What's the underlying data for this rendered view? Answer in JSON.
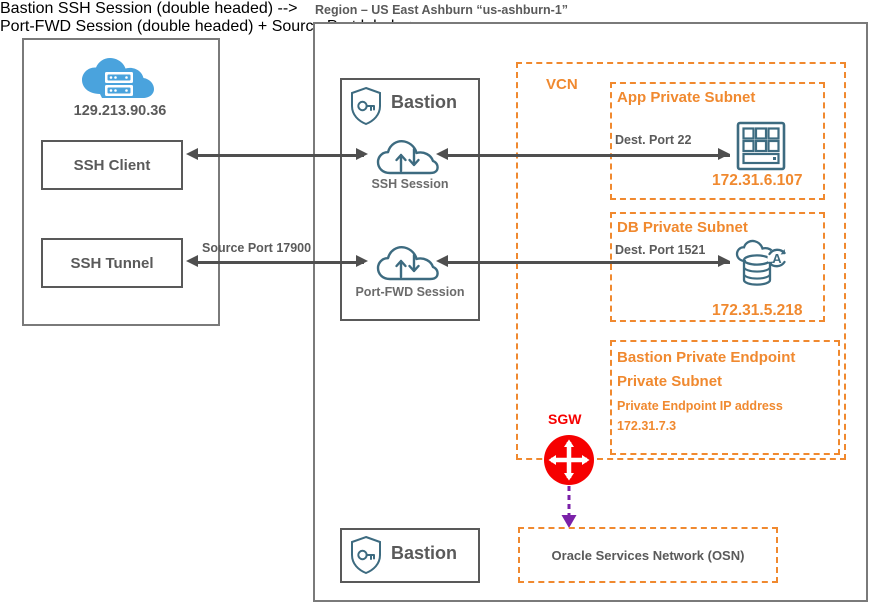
{
  "diagram": {
    "region_title": "Region – US East Ashburn “us-ashburn-1”",
    "colors": {
      "orange": "#f0892f",
      "teal": "#3d6b80",
      "cloud_blue": "#4aa3dd",
      "gray_text": "#5a5a5a",
      "sgw_red": "#f60000",
      "osn_arrow_purple": "#7b21a8"
    }
  },
  "client_zone": {
    "cloud_icon": "cloud-server-icon",
    "public_ip": "129.213.90.36",
    "ssh_client_label": "SSH Client",
    "ssh_tunnel_label": "SSH Tunnel"
  },
  "bastion_top": {
    "shield_icon": "shield-key-icon",
    "title": "Bastion",
    "sessions": [
      {
        "icon": "cloud-updown-arrows-icon",
        "label": "SSH Session"
      },
      {
        "icon": "cloud-updown-arrows-icon",
        "label": "Port-FWD Session"
      }
    ]
  },
  "bastion_bottom": {
    "shield_icon": "shield-key-icon",
    "title": "Bastion"
  },
  "vcn": {
    "label": "VCN",
    "subnets": [
      {
        "name": "App Private Subnet",
        "icon": "compute-instance-icon",
        "ip": "172.31.6.107",
        "port_label": "Dest. Port 22"
      },
      {
        "name": "DB Private Subnet",
        "icon": "autonomous-database-icon",
        "ip": "172.31.5.218",
        "port_label": "Dest. Port 1521"
      },
      {
        "name_line1": "Bastion Private Endpoint",
        "name_line2": "Private Subnet",
        "detail_line1": "Private Endpoint IP address",
        "detail_line2": "172.31.7.3"
      }
    ],
    "gateway": {
      "label": "SGW",
      "icon": "service-gateway-icon"
    }
  },
  "osn": {
    "label": "Oracle Services Network (OSN)"
  },
  "connections": {
    "source_port_label": "Source Port 17900"
  }
}
